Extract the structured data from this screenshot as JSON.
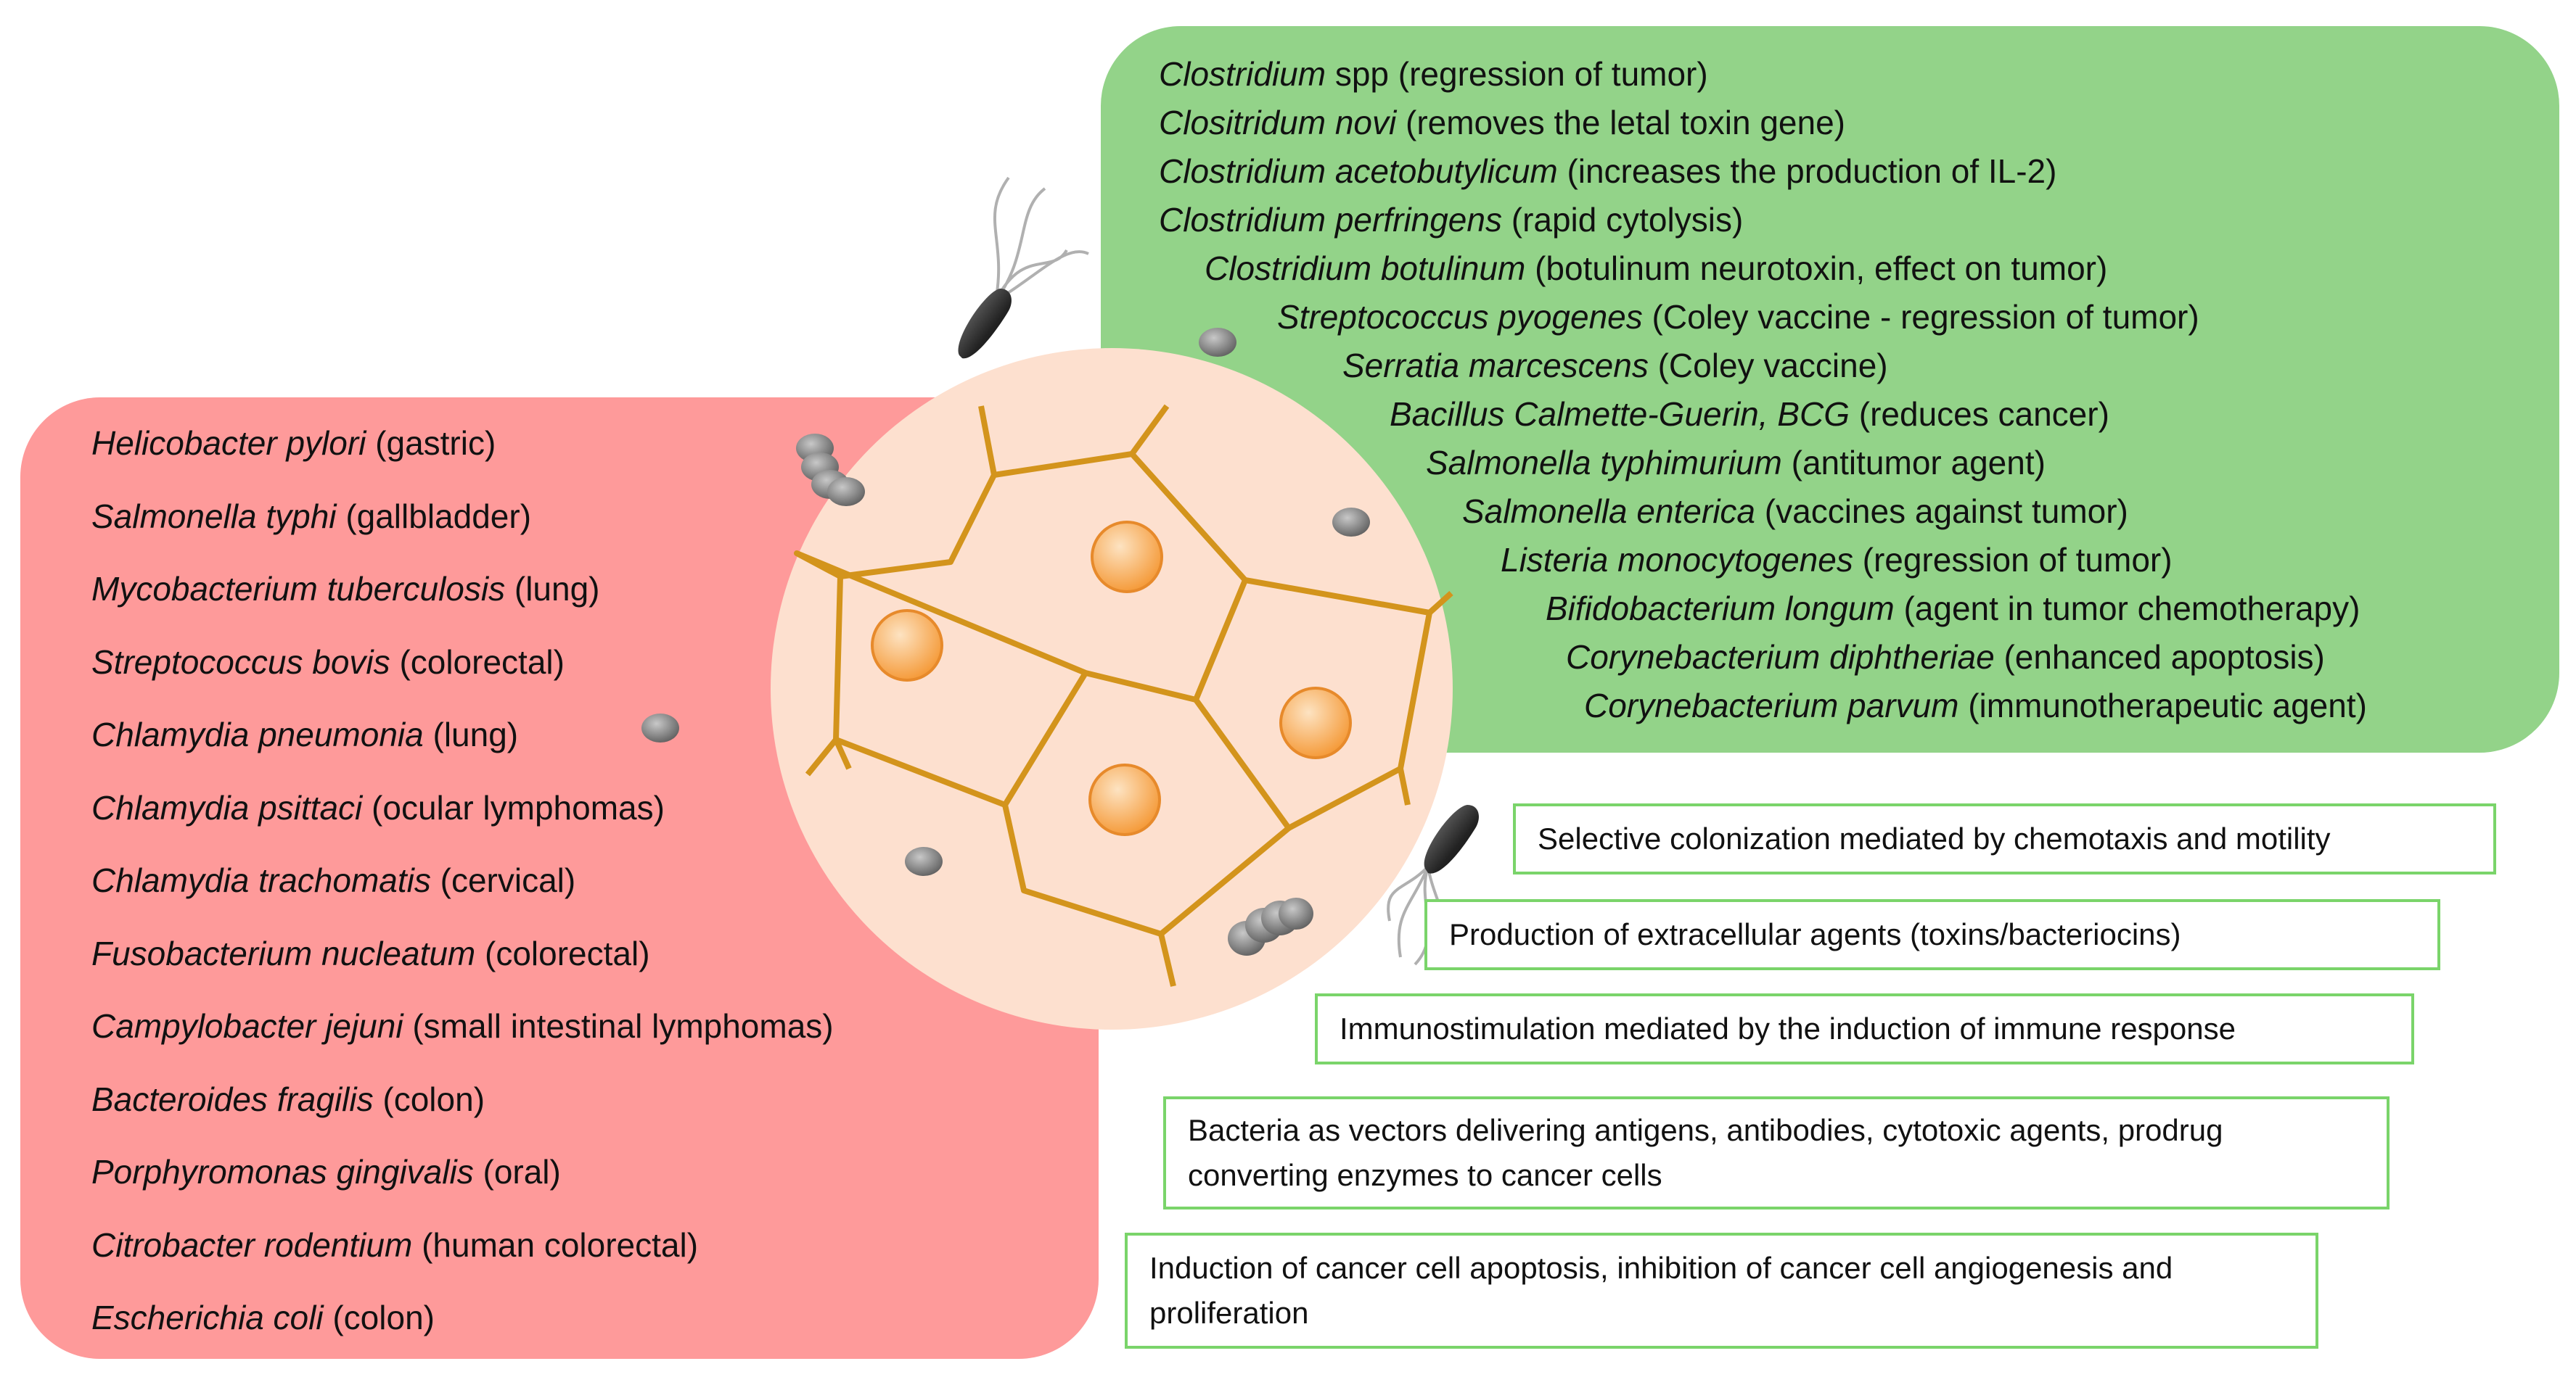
{
  "colors": {
    "red_panel": "#fe9a9a",
    "green_panel": "#93d389",
    "tissue_circle": "#fde0cf",
    "cell_border": "#d3941c",
    "nucleus": "#f7a54c",
    "box_border": "#7ad46a",
    "bacteria": "#6f6f6f"
  },
  "carcinogenic_bacteria": [
    {
      "species": "Helicobacter pylori",
      "note": "(gastric)"
    },
    {
      "species": "Salmonella typhi",
      "note": "(gallbladder)"
    },
    {
      "species": "Mycobacterium tuberculosis",
      "note": "(lung)"
    },
    {
      "species": "Streptococcus bovis",
      "note": "(colorectal)"
    },
    {
      "species": "Chlamydia pneumonia",
      "note": "(lung)"
    },
    {
      "species": "Chlamydia psittaci",
      "note": "(ocular lymphomas)"
    },
    {
      "species": "Chlamydia trachomatis",
      "note": "(cervical)"
    },
    {
      "species": "Fusobacterium nucleatum",
      "note": "(colorectal)"
    },
    {
      "species": "Campylobacter jejuni",
      "note": "(small intestinal lymphomas)"
    },
    {
      "species": "Bacteroides fragilis",
      "note": "(colon)"
    },
    {
      "species": "Porphyromonas gingivalis",
      "note": "(oral)"
    },
    {
      "species": "Citrobacter rodentium",
      "note": "(human colorectal)"
    },
    {
      "species": "Escherichia coli",
      "note": "(colon)"
    }
  ],
  "therapeutic_bacteria": [
    {
      "species": "Clostridium",
      "note": "spp (regression of tumor)"
    },
    {
      "species": "Clositridum novi",
      "note": "(removes the letal toxin gene)"
    },
    {
      "species": "Clostridium acetobutylicum",
      "note": "(increases the production of IL-2)"
    },
    {
      "species": "Clostridium perfringens",
      "note": "(rapid cytolysis)"
    },
    {
      "species": "Clostridium botulinum",
      "note": "(botulinum neurotoxin, effect on tumor)"
    },
    {
      "species": "Streptococcus pyogenes",
      "note": "(Coley vaccine - regression of tumor)"
    },
    {
      "species": "Serratia marcescens",
      "note": "(Coley vaccine)"
    },
    {
      "species": "Bacillus Calmette-Guerin, BCG",
      "note": "(reduces cancer)"
    },
    {
      "species": "Salmonella typhimurium",
      "note": "(antitumor agent)"
    },
    {
      "species": "Salmonella enterica",
      "note": "(vaccines against tumor)"
    },
    {
      "species": "Listeria monocytogenes",
      "note": "(regression of tumor)"
    },
    {
      "species": "Bifidobacterium longum",
      "note": "(agent in tumor chemotherapy)"
    },
    {
      "species": "Corynebacterium diphtheriae",
      "note": "(enhanced apoptosis)"
    },
    {
      "species": "Corynebacterium parvum",
      "note": "(immunotherapeutic agent)"
    }
  ],
  "mechanisms": [
    "Selective colonization mediated by chemotaxis and motility",
    "Production of extracellular agents (toxins/bacteriocins)",
    "Immunostimulation mediated by the induction of immune response",
    "Bacteria as vectors delivering antigens, antibodies, cytotoxic agents, prodrug converting enzymes to cancer cells",
    "Induction of cancer cell apoptosis, inhibition of cancer cell angiogenesis and proliferation"
  ]
}
